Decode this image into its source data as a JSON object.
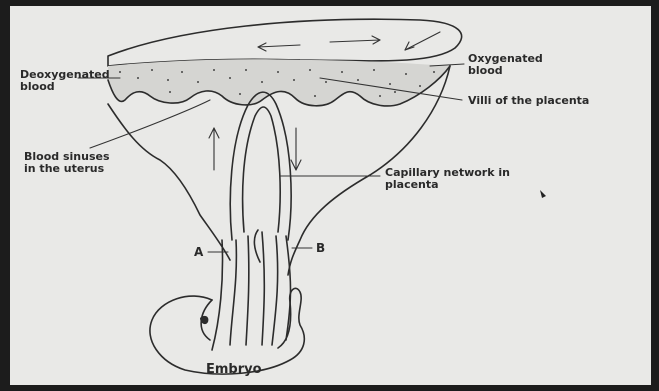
{
  "labels": {
    "deoxygenated_line1": "Deoxygenated",
    "deoxygenated_line2": "blood",
    "oxygenated_line1": "Oxygenated",
    "oxygenated_line2": "blood",
    "villi": "Villi of the placenta",
    "sinuses_line1": "Blood sinuses",
    "sinuses_line2": "in the uterus",
    "capillary_line1": "Capillary network in",
    "capillary_line2": "placenta",
    "label_a": "A",
    "label_b": "B",
    "embryo": "Embryo"
  },
  "colors": {
    "paper": "#e9e9e7",
    "frame": "#1c1c1c",
    "ink": "#2c2c2c"
  }
}
